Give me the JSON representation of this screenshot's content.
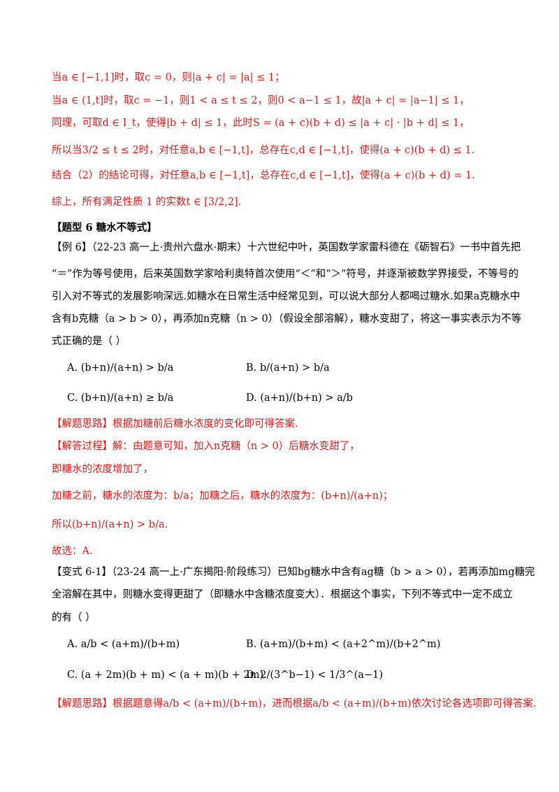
{
  "solution_lines": [
    "当a ∈ [−1,1]时，取c = 0，则|a + c| = |a| ≤ 1；",
    "当a ∈ (1,t]时，取c = −1，则1 < a ≤ t ≤ 2，则0 < a−1 ≤ 1，故|a + c| = |a−1| ≤ 1，",
    "同理，可取d ∈ I_t，使得|b + d| ≤ 1，此时S = (a + c)(b + d) ≤ |a + c| · |b + d| ≤ 1，",
    "所以当3/2 ≤ t ≤ 2时，对任意a,b ∈ [−1,t]，总存在c,d ∈ [−1,t]，使得(a + c)(b + d) ≤ 1.",
    "结合（2）的结论可得，对任意a,b ∈ [−1,t]，总存在c,d ∈ [−1,t]，使得(a + c)(b + d) = 1.",
    "综上，所有满足性质 1 的实数t ∈ [3/2,2]."
  ],
  "section_title": "【题型 6   糖水不等式】",
  "example6": {
    "lines": [
      "【例 6】（22-23 高一上·贵州六盘水·期末）十六世纪中叶，英国数学家雷科德在《砺智石》一书中首先把",
      "“＝”作为等号使用，后来英国数学家哈利奥特首次使用“＜”和“＞”符号，并逐渐被数学界接受，不等号的",
      "引入对不等式的发展影响深远.如糖水在日常生活中经常见到，可以说大部分人都喝过糖水.如果a克糖水中",
      "含有b克糖（a > b > 0），再添加n克糖（n > 0）（假设全部溶解），糖水变甜了，将这一事实表示为不等",
      "式正确的是（     ）"
    ],
    "options": {
      "A": "A.  (b+n)/(a+n) > b/a",
      "B": "B.  b/(a+n) > b/a",
      "C": "C.  (b+n)/(a+n) ≥ b/a",
      "D": "D.  (a+n)/(b+n) > a/b"
    },
    "idea": "【解题思路】根据加糖前后糖水浓度的变化即可得答案.",
    "process": "【解答过程】解：由题意可知，加入n克糖（n > 0）后糖水变甜了，",
    "line2": "即糖水的浓度增加了，",
    "line3": "加糖之前，糖水的浓度为：b/a；加糖之后，糖水的浓度为：(b+n)/(a+n)；",
    "line4": "所以(b+n)/(a+n) > b/a.",
    "answer": "故选：A."
  },
  "variant61": {
    "lines": [
      "【变式 6-1】（23-24 高一上·广东揭阳·阶段练习）已知bg糖水中含有ag糖（b > a > 0），若再添加mg糖完",
      "全溶解在其中，则糖水变得更甜了（即糖水中含糖浓度变大）．根据这个事实，下列不等式中一定不成立",
      "的有（      ）"
    ],
    "options": {
      "A": "A.  a/b < (a+m)/(b+m)",
      "B": "B.  (a+m)/(b+m) < (a+2^m)/(b+2^m)",
      "C": "C.  (a + 2m)(b + m) < (a + m)(b + 2m)",
      "D": "D.  2/(3^b−1) < 1/3^(a−1)"
    },
    "idea": "【解题思路】根据题意得a/b < (a+m)/(b+m)，进而根据a/b < (a+m)/(b+m)依次讨论各选项即可得答案."
  }
}
